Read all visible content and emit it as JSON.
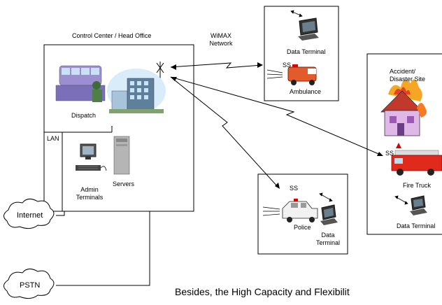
{
  "control_center": {
    "title": "Control Center / Head Office",
    "dispatch_label": "Dispatch",
    "lan_label": "LAN",
    "admin_label_1": "Admin",
    "admin_label_2": "Terminals",
    "servers_label": "Servers"
  },
  "network": {
    "line1": "WiMAX",
    "line2": "Network"
  },
  "ambulance_box": {
    "terminal_label": "Data Terminal",
    "ss_label": "SS",
    "vehicle_label": "Ambulance"
  },
  "accident_box": {
    "title_1": "Accident/",
    "title_2": "Disaster Site",
    "ss_label": "SS",
    "vehicle_label": "Fire Truck",
    "terminal_label": "Data Terminal"
  },
  "police_box": {
    "ss_label": "SS",
    "vehicle_label": "Police",
    "terminal_label_1": "Data",
    "terminal_label_2": "Terminal"
  },
  "clouds": {
    "internet": "Internet",
    "pstn": "PSTN"
  },
  "caption": "Besides, the High Capacity and Flexibilit"
}
